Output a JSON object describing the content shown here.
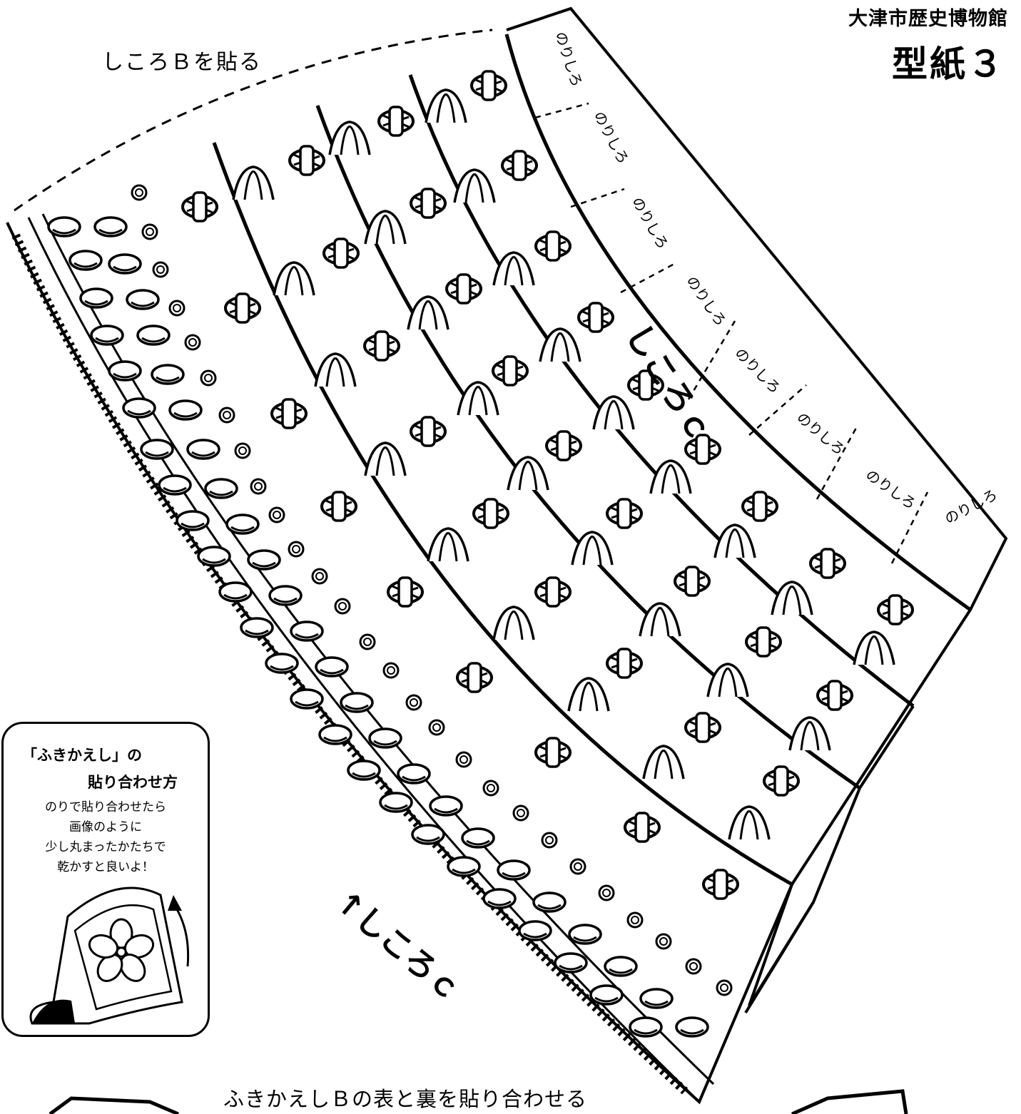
{
  "header": {
    "museum": "大津市歴史博物館",
    "pattern_title": "型紙３"
  },
  "labels": {
    "paste_shikoro_b": "しころＢを貼る",
    "shikoro_c_top": "しころｃ",
    "shikoro_c_bottom": "↑しころｃ",
    "glue_tab": "のりしろ",
    "bottom_instruction": "ふきかえしＢの表と裏を貼り合わせる"
  },
  "glue_tabs": [
    "のりしろ",
    "のりしろ",
    "のりしろ",
    "のりしろ",
    "のりしろ",
    "のりしろ",
    "のりしろ",
    "のりしろ"
  ],
  "howto": {
    "title_line1": "「ふきかえし」の",
    "title_line2": "貼り合わせ方",
    "body": [
      "のりで貼り合わせたら",
      "画像のように",
      "少し丸まったかたちで",
      "乾かすと良いよ！"
    ]
  },
  "colors": {
    "ink": "#000000",
    "paper": "#ffffff"
  }
}
